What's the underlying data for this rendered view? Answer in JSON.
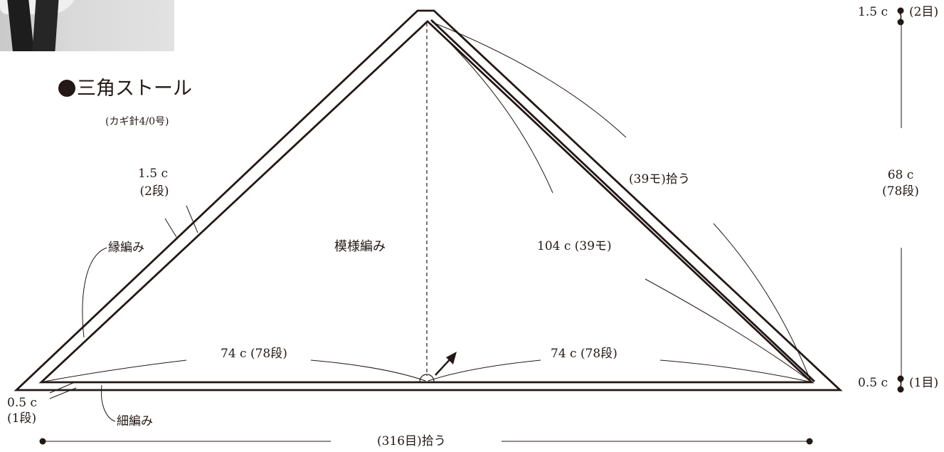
{
  "title": "三角ストール",
  "hook": "(カギ針4/0号)",
  "labels": {
    "edge_width_top": "1.5 c",
    "edge_rows_top": "(2段)",
    "edging": "縁編み",
    "pattern": "模様編み",
    "hypotenuse": "104 c (39モ)",
    "pickup_side": "(39モ)拾う",
    "half_left": "74 c (78段)",
    "half_right": "74 c (78段)",
    "bottom_width": "0.5 c",
    "bottom_rows": "(1段)",
    "single_crochet": "細編み",
    "pickup_bottom": "(316目)拾う",
    "right_top": "1.5 c",
    "right_top_st": "(2目)",
    "height": "68 c",
    "height_rows": "(78段)",
    "right_bottom": "0.5 c",
    "right_bottom_st": "(1目)"
  },
  "colors": {
    "ink": "#231815"
  }
}
